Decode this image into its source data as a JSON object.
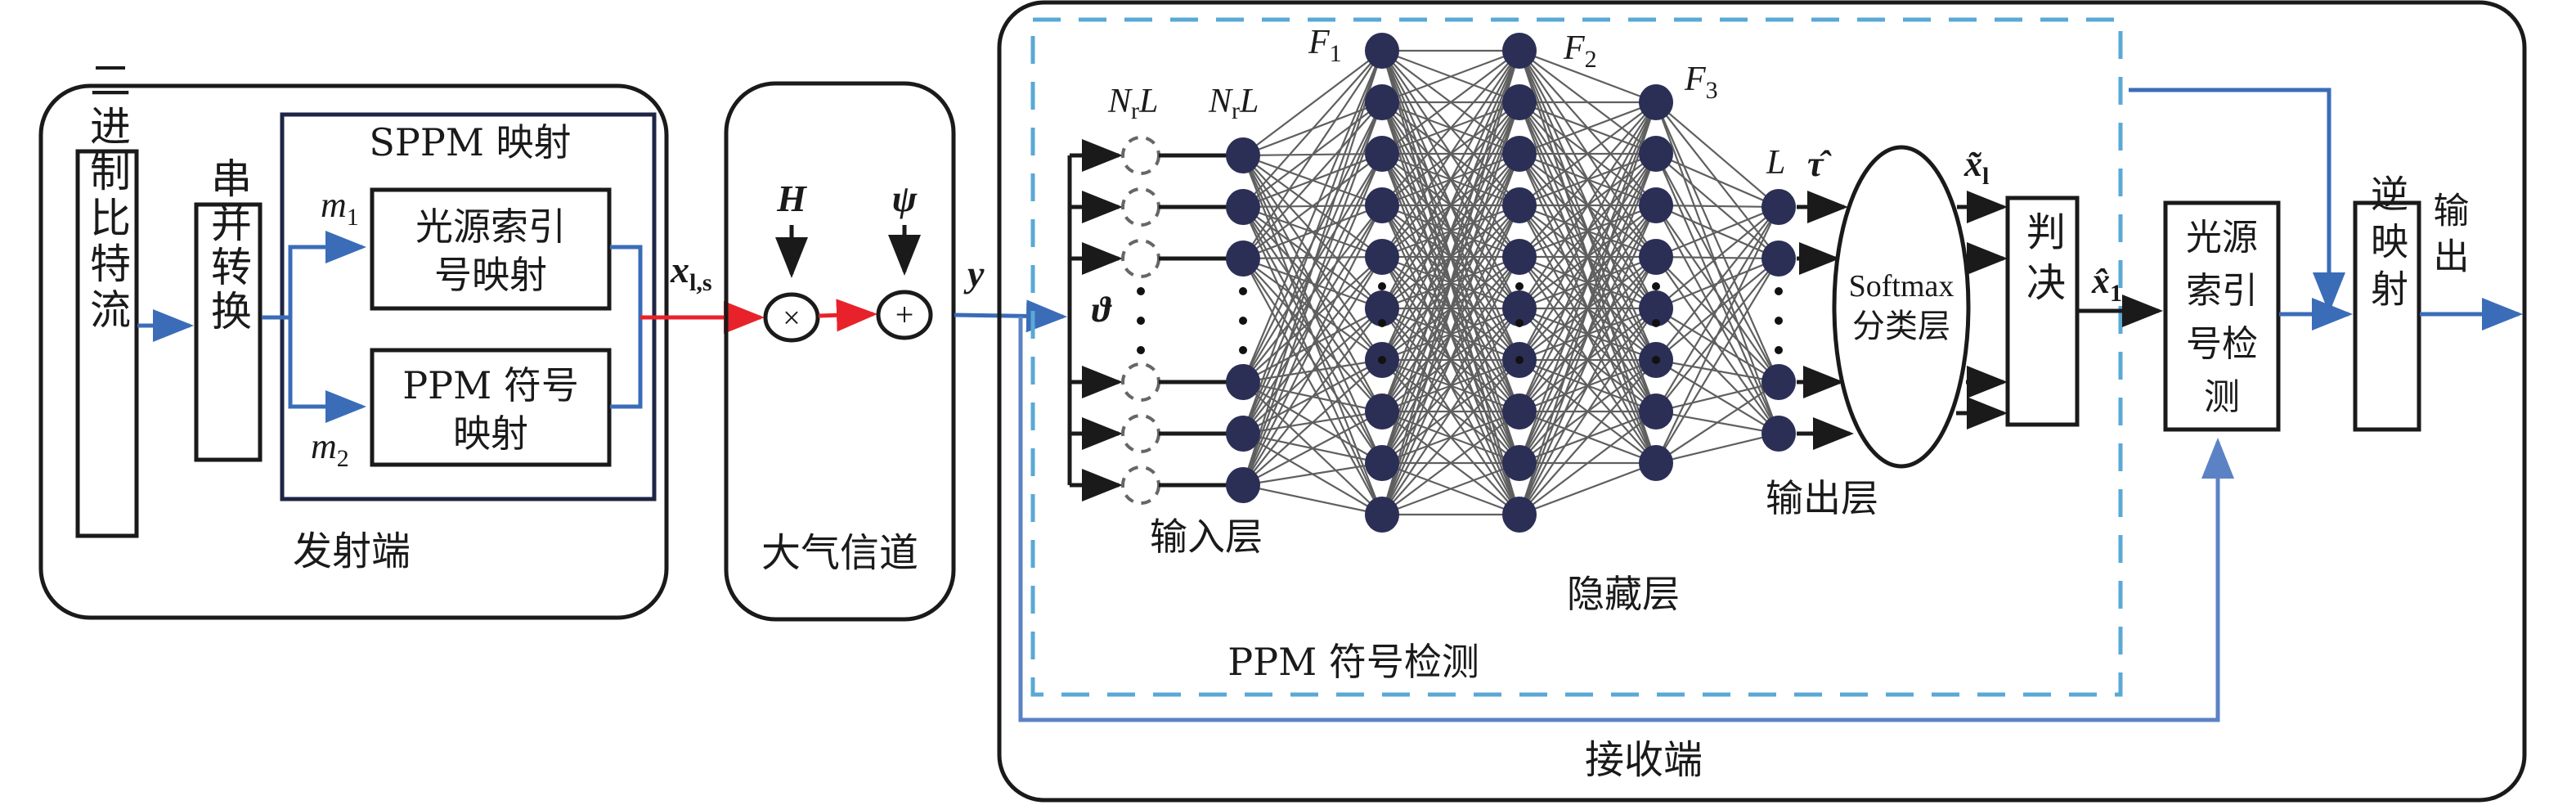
{
  "diagram": {
    "title": "SPPM transmitter / atmospheric channel / DNN-based receiver system model",
    "colors": {
      "signal_blue": "#3a6cb8",
      "signal_red": "#e8222a",
      "dashed_region": "#5aa8d6",
      "neuron": "#2b2f55",
      "ink": "#1a1a1a"
    },
    "transmitter": {
      "region_label": "发射端",
      "binary_stream": "二进制比特流",
      "serial_parallel": "串并转换",
      "sppm_block": {
        "title": "SPPM 映射",
        "m1_label": "m",
        "m1_sub": "1",
        "m2_label": "m",
        "m2_sub": "2",
        "light_index_line1": "光源索引",
        "light_index_line2": "号映射",
        "ppm_line1": "PPM 符号",
        "ppm_line2": "映射"
      },
      "output_symbol": "x",
      "output_symbol_sub": "l,s"
    },
    "channel": {
      "region_label": "大气信道",
      "gain_symbol": "H",
      "noise_symbol": "ψ",
      "multiply_op": "×",
      "add_op": "+",
      "output_symbol": "y"
    },
    "receiver": {
      "region_label": "接收端",
      "ppm_detection_label": "PPM 符号检测",
      "input_symbol": "ϑ",
      "ghost_layer_label": "N",
      "ghost_layer_sub": "r",
      "ghost_layer_suffix": "L",
      "input_layer_size": "N",
      "input_layer_sub": "r",
      "input_layer_suffix": "L",
      "hidden_labels": [
        {
          "name": "F",
          "sub": "1"
        },
        {
          "name": "F",
          "sub": "2"
        },
        {
          "name": "F",
          "sub": "3"
        }
      ],
      "output_layer_size": "L",
      "tau_hat": "τ̂",
      "input_layer_label": "输入层",
      "hidden_layer_label": "隐藏层",
      "output_layer_label": "输出层",
      "softmax_line1": "Softmax",
      "softmax_line2": "分类层",
      "x_tilde": "x̃",
      "x_tilde_sub": "l",
      "decision_block": "判决",
      "x_hat": "x̂",
      "x_hat_sub": "1",
      "light_index_detection": "光源索引号检测",
      "inverse_mapping": "逆映射",
      "output_label": "输出"
    },
    "network_structure": {
      "ghost_nodes_visible": 6,
      "input_nodes_visible": 6,
      "hidden1_nodes_visible": 10,
      "hidden2_nodes_visible": 10,
      "hidden3_nodes_visible": 8,
      "output_nodes_visible": 4,
      "softmax_outputs_visible": 4
    }
  }
}
